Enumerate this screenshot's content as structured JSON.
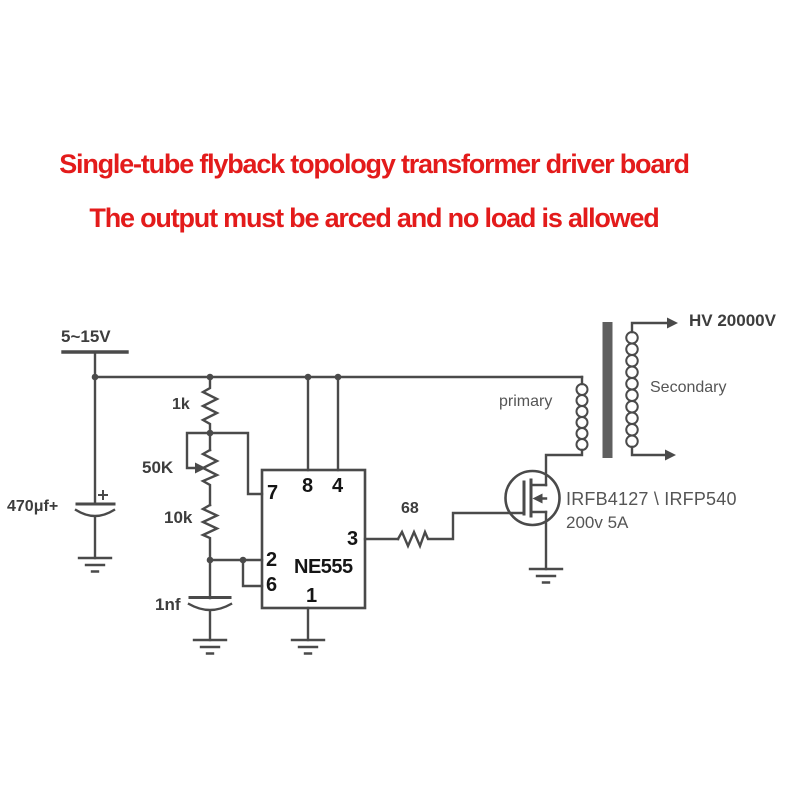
{
  "colors": {
    "title": "#e31b1b",
    "line": "#4a4a4a",
    "label": "#3d3d3d",
    "core": "#5f5f5f"
  },
  "title": {
    "line1": "Single-tube flyback topology transformer driver board",
    "line2": "The output must be arced and no load is allowed"
  },
  "power": {
    "label": "5~15V"
  },
  "components": {
    "input_capacitor": {
      "value": "470μf+"
    },
    "resistor_r1": {
      "value": "1k"
    },
    "potentiometer": {
      "value": "50K"
    },
    "resistor_r2": {
      "value": "10k"
    },
    "timing_capacitor": {
      "value": "1nf"
    },
    "gate_resistor": {
      "value": "68"
    },
    "ic": {
      "name": "NE555",
      "pins": {
        "p1": "1",
        "p2": "2",
        "p3": "3",
        "p4": "4",
        "p6": "6",
        "p7": "7",
        "p8": "8"
      }
    },
    "mosfet": {
      "part": "IRFB4127 \\ IRFP540",
      "rating": "200v 5A"
    },
    "transformer": {
      "primary_label": "primary",
      "secondary_label": "Secondary",
      "output_label": "HV 20000V"
    }
  }
}
